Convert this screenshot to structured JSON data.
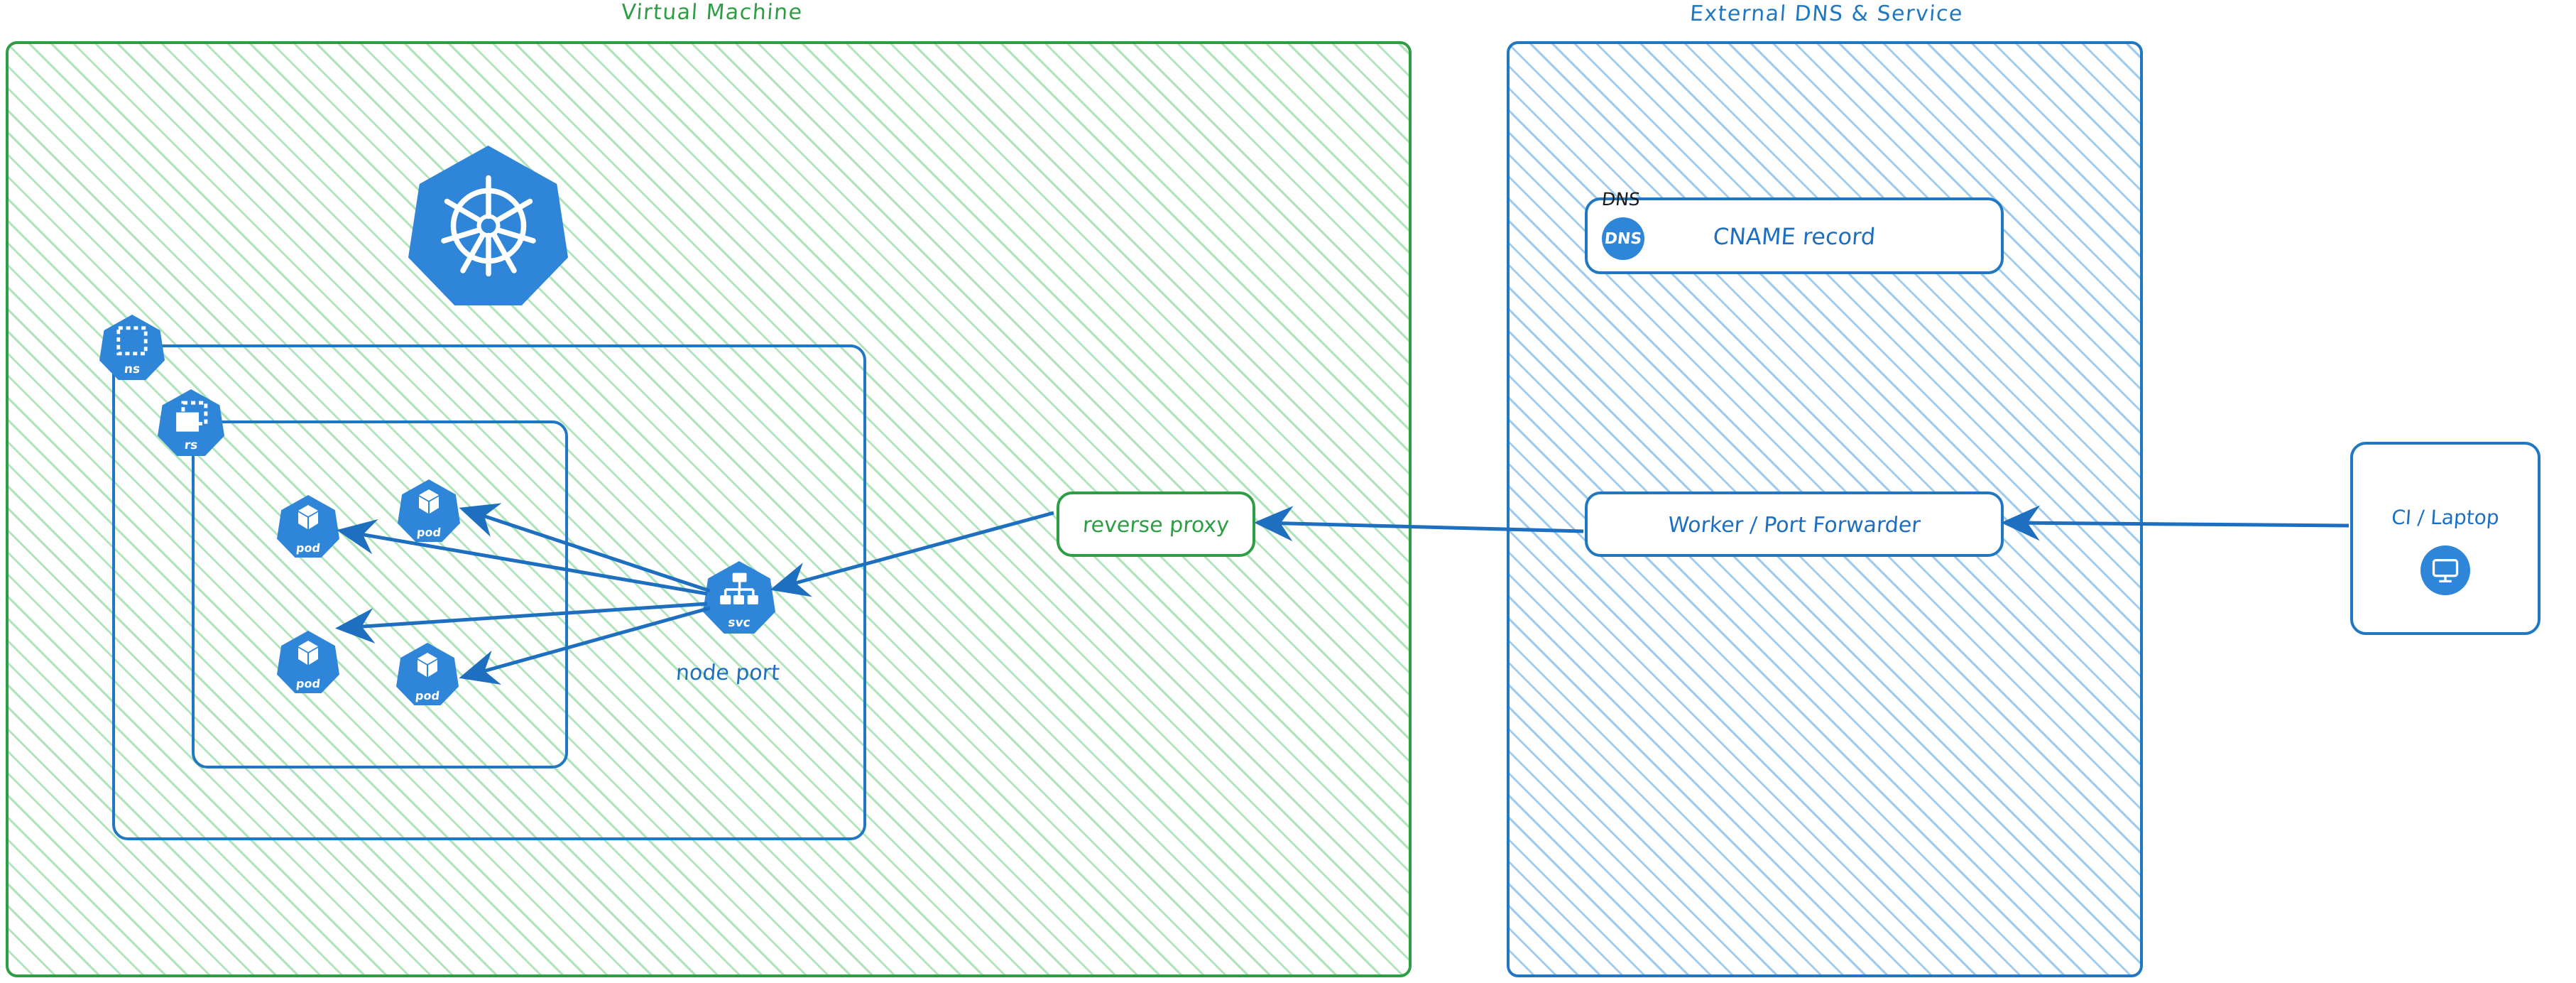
{
  "diagram": {
    "type": "architecture-diagram",
    "style": "hand-drawn sketch",
    "colors": {
      "green_stroke": "#2e9e44",
      "blue_stroke": "#1f78c1",
      "k8s_blue": "#2f86d9",
      "arrow_blue": "#1f6fc0",
      "green_hatch": "#6ecd82",
      "blue_hatch": "#7ebae9"
    }
  },
  "zones": {
    "vm": {
      "title": "Virtual Machine",
      "color": "#2e9e44"
    },
    "external": {
      "title": "External DNS & Service",
      "color": "#1f78c1"
    }
  },
  "vm": {
    "cluster_logo_name": "kubernetes-logo",
    "namespace_badge": {
      "caption": "ns",
      "icon": "namespace-icon"
    },
    "replicaset_badge": {
      "caption": "rs",
      "icon": "replicaset-icon"
    },
    "pods": [
      {
        "caption": "pod",
        "icon": "pod-icon"
      },
      {
        "caption": "pod",
        "icon": "pod-icon"
      },
      {
        "caption": "pod",
        "icon": "pod-icon"
      },
      {
        "caption": "pod",
        "icon": "pod-icon"
      }
    ],
    "service_badge": {
      "caption": "svc",
      "icon": "service-icon"
    },
    "service_label": "node port",
    "reverse_proxy": {
      "label": "reverse proxy"
    }
  },
  "external": {
    "dns_card": {
      "corner_label": "DNS",
      "badge_text": "DNS",
      "badge_icon": "dns-icon",
      "title": "CNAME record"
    },
    "worker": {
      "label": "Worker / Port Forwarder"
    }
  },
  "client": {
    "label": "CI / Laptop",
    "icon": "desktop-monitor-icon"
  },
  "edges": [
    {
      "from": "ci-laptop",
      "to": "worker-port-forwarder",
      "direction": "left"
    },
    {
      "from": "worker-port-forwarder",
      "to": "reverse-proxy",
      "direction": "left"
    },
    {
      "from": "reverse-proxy",
      "to": "service-badge",
      "direction": "left"
    },
    {
      "from": "service-badge",
      "to": "pod-1",
      "direction": "left"
    },
    {
      "from": "service-badge",
      "to": "pod-2",
      "direction": "left"
    },
    {
      "from": "service-badge",
      "to": "pod-3",
      "direction": "left"
    },
    {
      "from": "service-badge",
      "to": "pod-4",
      "direction": "left"
    }
  ]
}
